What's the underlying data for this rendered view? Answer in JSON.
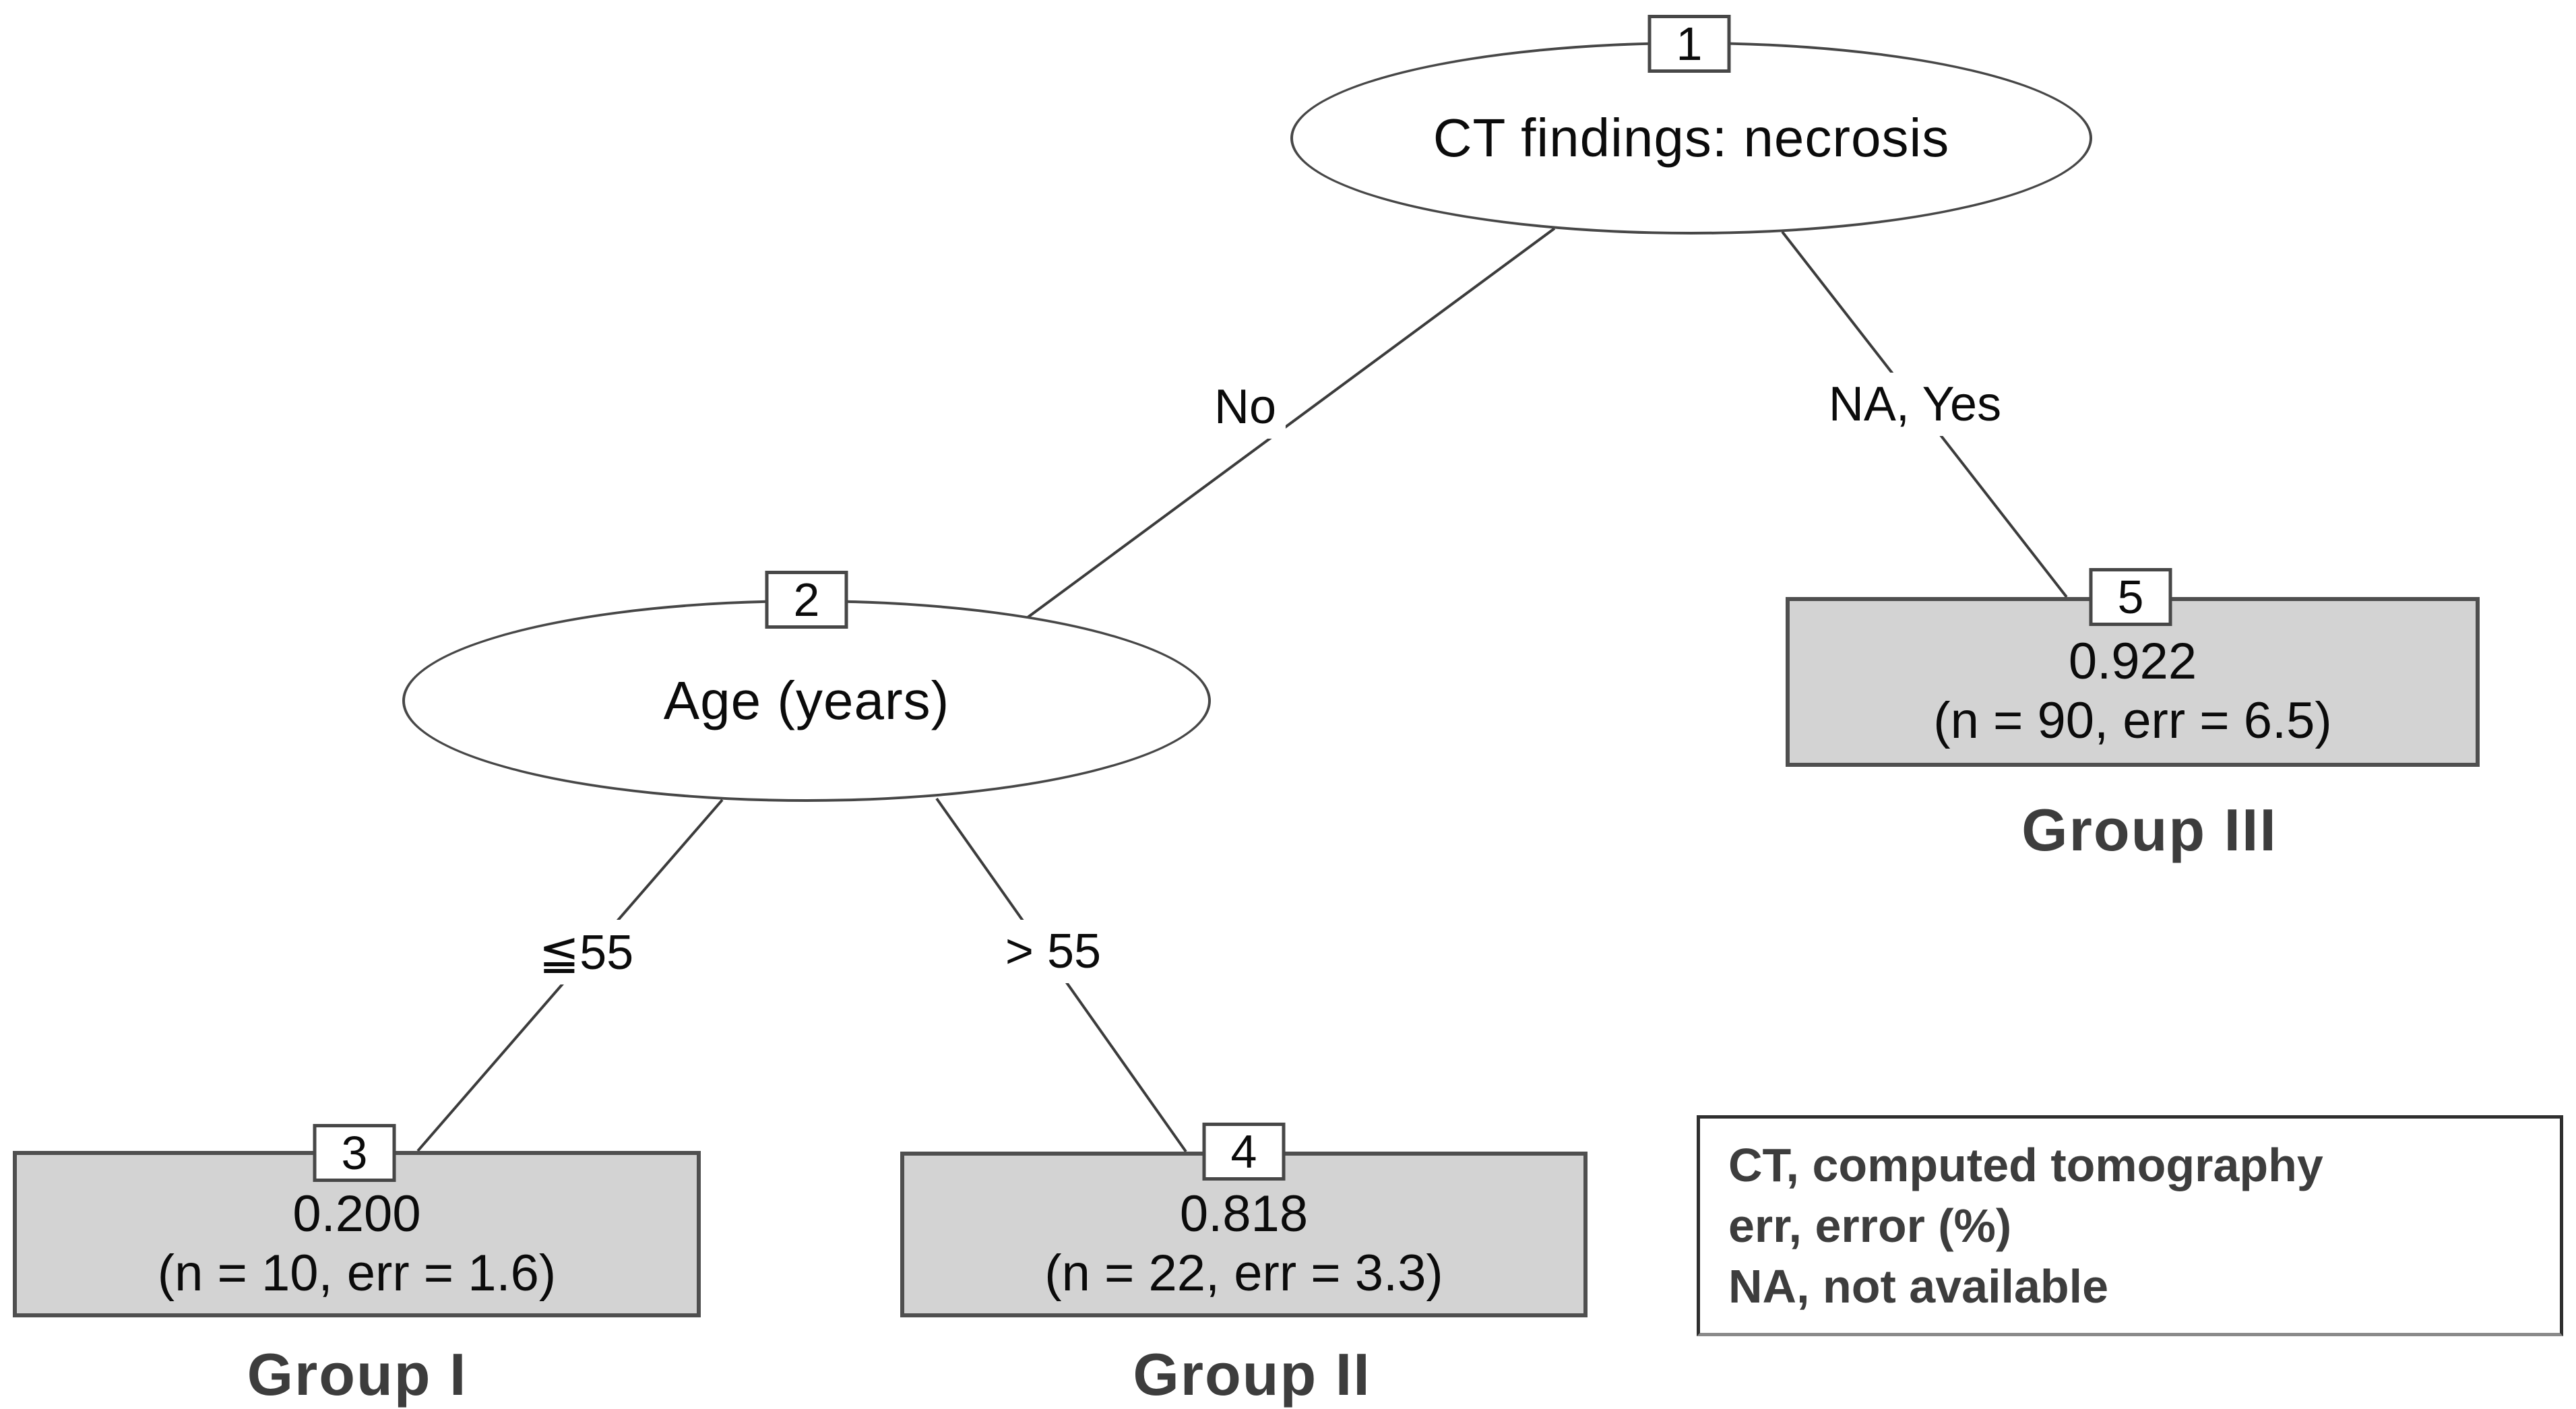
{
  "nodes": {
    "n1": {
      "id": "1",
      "label": "CT findings: necrosis"
    },
    "n2": {
      "id": "2",
      "label": "Age (years)"
    },
    "n3": {
      "id": "3",
      "value": "0.200",
      "stats": "(n = 10, err = 1.6)",
      "group": "Group I"
    },
    "n4": {
      "id": "4",
      "value": "0.818",
      "stats": "(n = 22, err = 3.3)",
      "group": "Group II"
    },
    "n5": {
      "id": "5",
      "value": "0.922",
      "stats": "(n = 90, err = 6.5)",
      "group": "Group III"
    }
  },
  "edges": {
    "n1_n2": "No",
    "n1_n5": "NA, Yes",
    "n2_n3": "≦55",
    "n2_n4": "> 55"
  },
  "legend": {
    "lines": [
      "CT, computed tomography",
      "err, error (%)",
      "NA, not available"
    ]
  },
  "colors": {
    "terminal_fill": "#d3d3d3",
    "node_border": "#474747",
    "edge": "#3c3c3c",
    "text": "#0b0b0b",
    "muted_text": "#3d3d3d",
    "background": "#ffffff"
  }
}
